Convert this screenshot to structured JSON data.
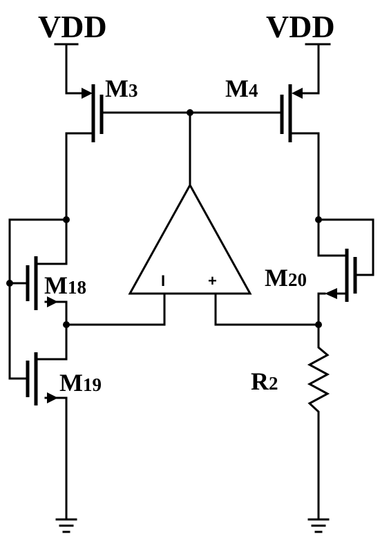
{
  "labels": {
    "vdd_left": "VDD",
    "vdd_right": "VDD",
    "m3": {
      "letter": "M",
      "index": "3"
    },
    "m4": {
      "letter": "M",
      "index": "4"
    },
    "m18": {
      "letter": "M",
      "index": "18"
    },
    "m19": {
      "letter": "M",
      "index": "19"
    },
    "m20": {
      "letter": "M",
      "index": "20"
    },
    "r2": {
      "letter": "R",
      "index": "2"
    },
    "opamp_minus": "I",
    "opamp_plus": "+"
  }
}
